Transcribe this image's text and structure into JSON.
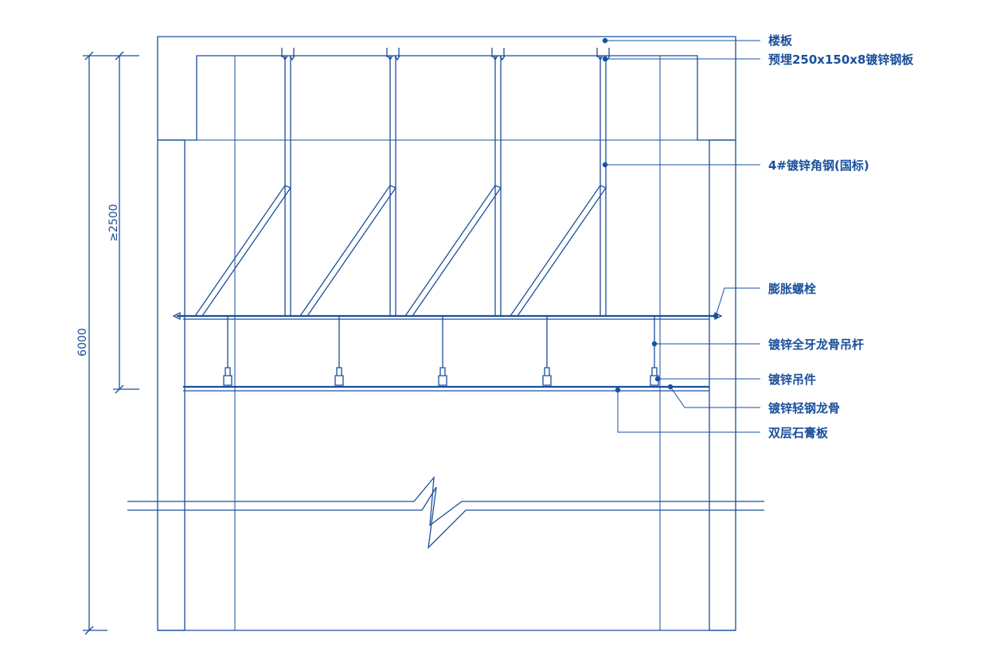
{
  "colors": {
    "line": "#1a4f9c",
    "background": "#ffffff"
  },
  "dimensions": {
    "total_height": "6000",
    "min_depth": "≥2500"
  },
  "labels": {
    "floor_slab": "楼板",
    "embedded_plate": "预埋250x150x8镀锌钢板",
    "angle_steel": "4#镀锌角钢(国标)",
    "expansion_bolt": "膨胀螺栓",
    "hanger_rod": "镀锌全牙龙骨吊杆",
    "hanger_clip": "镀锌吊件",
    "light_steel_keel": "镀锌轻钢龙骨",
    "gypsum_board": "双层石膏板"
  }
}
